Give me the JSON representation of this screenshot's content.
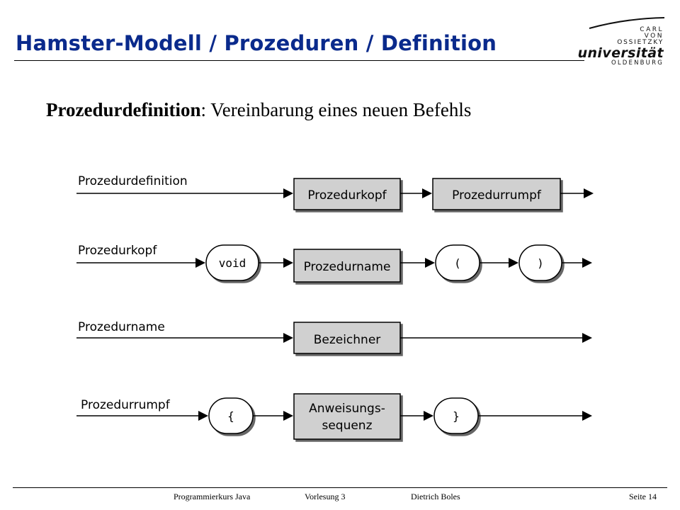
{
  "header": {
    "title": "Hamster-Modell / Prozeduren / Definition"
  },
  "logo": {
    "line1": "CARL",
    "line2": "VON",
    "line3": "OSSIETZKY",
    "line4": "universität",
    "line5": "OLDENBURG"
  },
  "subtitle": {
    "term": "Prozedurdefinition",
    "rest": ": Vereinbarung eines neuen Befehls"
  },
  "diagram": {
    "rules": [
      {
        "name": "Prozedurdefinition",
        "elements": [
          {
            "kind": "nonterminal",
            "label": "Prozedurkopf"
          },
          {
            "kind": "nonterminal",
            "label": "Prozedurrumpf"
          }
        ]
      },
      {
        "name": "Prozedurkopf",
        "elements": [
          {
            "kind": "terminal",
            "label": "void"
          },
          {
            "kind": "nonterminal",
            "label": "Prozedurname"
          },
          {
            "kind": "terminal",
            "label": "("
          },
          {
            "kind": "terminal",
            "label": ")"
          }
        ]
      },
      {
        "name": "Prozedurname",
        "elements": [
          {
            "kind": "nonterminal",
            "label": "Bezeichner"
          }
        ]
      },
      {
        "name": "Prozedurrumpf",
        "elements": [
          {
            "kind": "terminal",
            "label": "{"
          },
          {
            "kind": "nonterminal",
            "label": "Anweisungs-\nsequenz"
          },
          {
            "kind": "terminal",
            "label": "}"
          }
        ]
      }
    ],
    "colors": {
      "box_fill": "#d0d0d0",
      "line": "#000000"
    }
  },
  "footer": {
    "course": "Programmierkurs Java",
    "lecture": "Vorlesung 3",
    "author": "Dietrich Boles",
    "page": "Seite 14"
  }
}
